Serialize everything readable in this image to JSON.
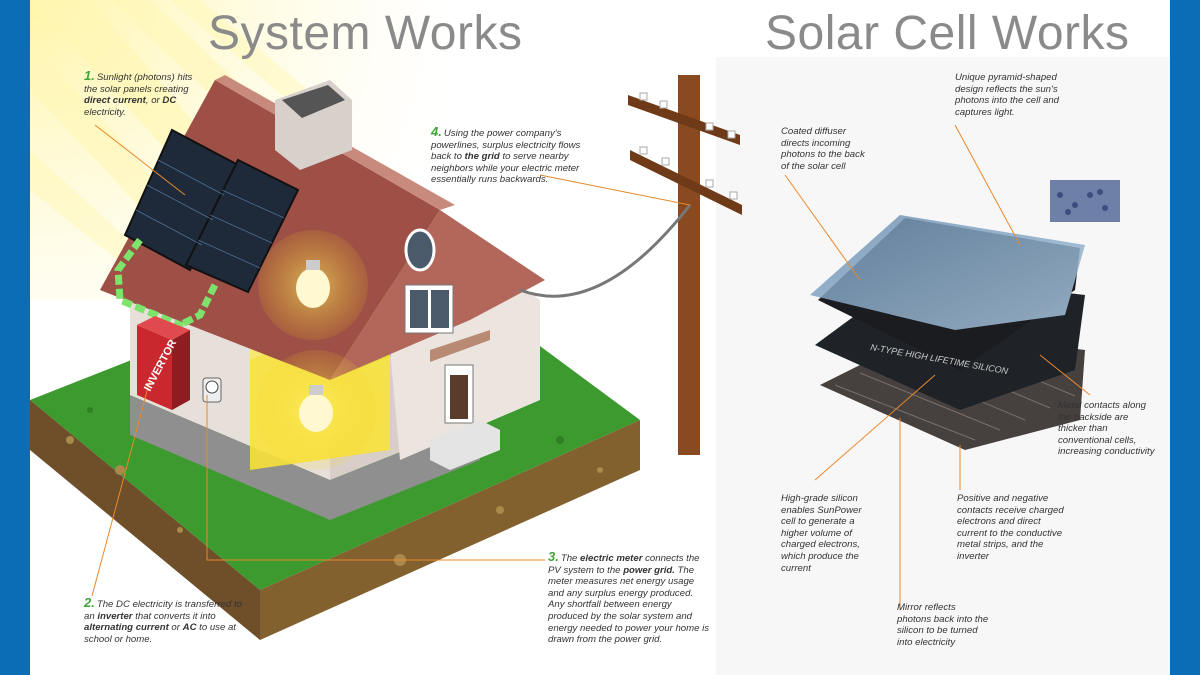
{
  "titles": {
    "left": "System Works",
    "right": "Solar Cell Works"
  },
  "house_labels": {
    "inverter": "INVERTOR"
  },
  "cell_labels": {
    "silicon_layer": "N-TYPE HIGH LIFETIME SILICON"
  },
  "system_notes": [
    {
      "number": "1.",
      "parts": [
        "Sunlight (photons) hits the solar panels creating ",
        "direct current",
        ", or ",
        "DC",
        " electricity."
      ]
    },
    {
      "number": "2.",
      "parts": [
        "The DC electricity is transferred to an ",
        "inverter",
        " that converts it into ",
        "alternating current",
        " or ",
        "AC",
        " to use at school or home."
      ]
    },
    {
      "number": "3.",
      "parts": [
        "The ",
        "electric meter",
        " connects the PV system to the ",
        "power grid.",
        " The meter measures net energy usage and any surplus energy produced. Any shortfall between energy produced by the solar system and energy needed to power your home is drawn from the power grid."
      ]
    },
    {
      "number": "4.",
      "parts": [
        "Using the power company's powerlines, surplus electricity flows back to ",
        "the grid",
        " to serve nearby neighbors while your electric meter essentially runs backwards."
      ]
    }
  ],
  "cell_notes": {
    "pyramid": "Unique pyramid-shaped design reflects the sun's photons into the cell and captures light.",
    "diffuser": "Coated diffuser directs incoming photons to the back of the solar cell",
    "metal_contacts": "Metal contacts along the backside are thicker than conventional cells, increasing conductivity",
    "silicon": "High-grade silicon enables SunPower cell to generate a higher volume of charged electrons, which produce the current",
    "pos_neg": "Positive and negative contacts receive charged electrons and direct current to the conductive metal strips, and the inverter",
    "mirror": "Mirror reflects photons back into the silicon to be turned into electricity"
  },
  "colors": {
    "frame_blue": "#0b6db5",
    "title_gray": "#8a8a8a",
    "step_green": "#3fa535",
    "leader_orange": "#e8892b",
    "roof": "#9e4f46",
    "grass": "#3d9a2e",
    "soil": "#7a5a30",
    "pole": "#8a4a20",
    "inverter_red": "#c8282e"
  },
  "icons": [
    "sun-rays",
    "solar-panel-icon",
    "light-bulb-icon",
    "electric-meter-icon",
    "utility-pole-icon"
  ]
}
